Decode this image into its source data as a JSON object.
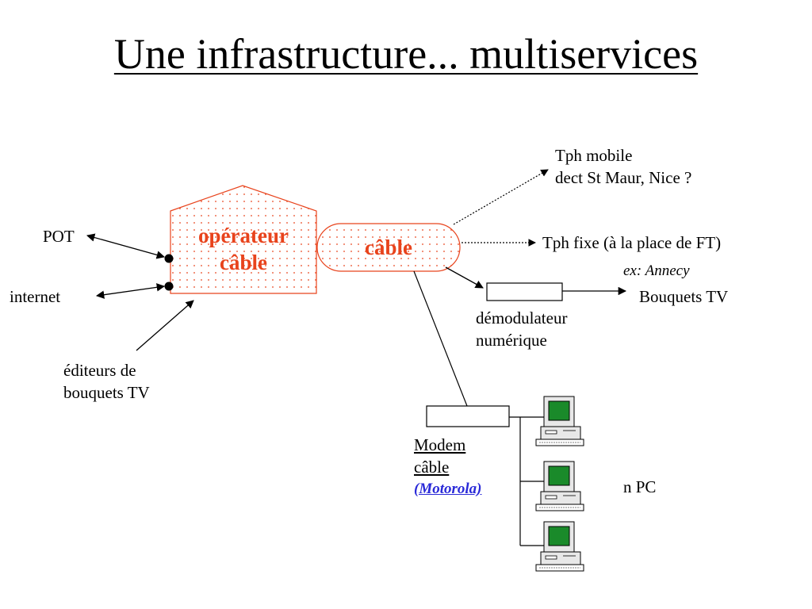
{
  "title": "Une infrastructure... multiservices",
  "colors": {
    "accent_text": "#e8431c",
    "shape_stroke": "#e8431c",
    "dot_fill": "#e8431c",
    "link_text": "#2a2ad8",
    "monitor_screen": "#1a8a2a"
  },
  "nodes": {
    "operateur": {
      "line1": "opérateur",
      "line2": "câble"
    },
    "cable": {
      "label": "câble"
    },
    "demodulateur": {
      "line1": "démodulateur",
      "line2": "numérique"
    },
    "modem": {
      "line1": "Modem",
      "line2": "câble",
      "brand": "(Motorola)"
    }
  },
  "labels": {
    "pot": "POT",
    "internet": "internet",
    "editeurs_line1": "éditeurs de",
    "editeurs_line2": "bouquets TV",
    "tph_mobile_line1": "Tph mobile",
    "tph_mobile_line2": "dect St Maur, Nice ?",
    "tph_fixe": "Tph fixe (à la place de FT)",
    "example": "ex: Annecy",
    "bouquets_tv": "Bouquets TV",
    "n_pc": "n PC"
  },
  "icons": [
    "pc-icon",
    "pc-icon",
    "pc-icon"
  ]
}
